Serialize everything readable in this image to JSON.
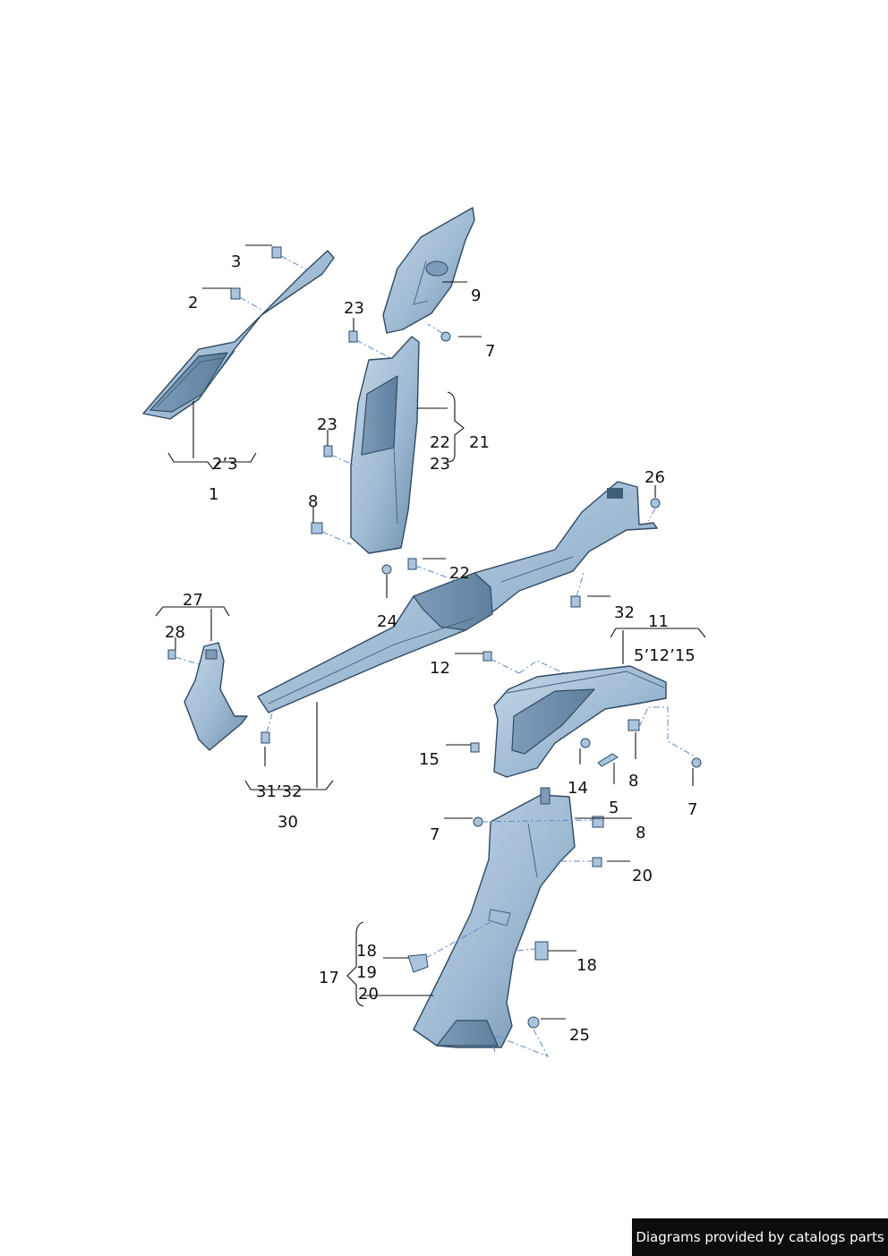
{
  "labels": [
    {
      "id": "3",
      "text": "3"
    },
    {
      "id": "2",
      "text": "2"
    },
    {
      "id": "9",
      "text": "9"
    },
    {
      "id": "23a",
      "text": "23"
    },
    {
      "id": "7a",
      "text": "7"
    },
    {
      "id": "23b",
      "text": "23"
    },
    {
      "id": "22a",
      "text": "22"
    },
    {
      "id": "21",
      "text": "21"
    },
    {
      "id": "23c",
      "text": "23"
    },
    {
      "id": "23_group",
      "text": "2’3"
    },
    {
      "id": "1",
      "text": "1"
    },
    {
      "id": "26",
      "text": "26"
    },
    {
      "id": "8a",
      "text": "8"
    },
    {
      "id": "22b",
      "text": "22"
    },
    {
      "id": "32a",
      "text": "32"
    },
    {
      "id": "27",
      "text": "27"
    },
    {
      "id": "24",
      "text": "24"
    },
    {
      "id": "11",
      "text": "11"
    },
    {
      "id": "28",
      "text": "28"
    },
    {
      "id": "5_12_15",
      "text": "5’12’15"
    },
    {
      "id": "12",
      "text": "12"
    },
    {
      "id": "15",
      "text": "15"
    },
    {
      "id": "14",
      "text": "14"
    },
    {
      "id": "8b",
      "text": "8"
    },
    {
      "id": "7b",
      "text": "7"
    },
    {
      "id": "31_32",
      "text": "31’32"
    },
    {
      "id": "5",
      "text": "5"
    },
    {
      "id": "30",
      "text": "30"
    },
    {
      "id": "7c",
      "text": "7"
    },
    {
      "id": "8c",
      "text": "8"
    },
    {
      "id": "20a",
      "text": "20"
    },
    {
      "id": "18a",
      "text": "18"
    },
    {
      "id": "17",
      "text": "17"
    },
    {
      "id": "19",
      "text": "19"
    },
    {
      "id": "18b",
      "text": "18"
    },
    {
      "id": "20b",
      "text": "20"
    },
    {
      "id": "25",
      "text": "25"
    }
  ],
  "footer": {
    "text": "Diagrams provided by catalogs parts"
  },
  "colors": {
    "trim": "#9fbad3",
    "trim_shadow": "#5f7f9c",
    "outline": "#2f4a63",
    "dash": "#5a89c8"
  }
}
